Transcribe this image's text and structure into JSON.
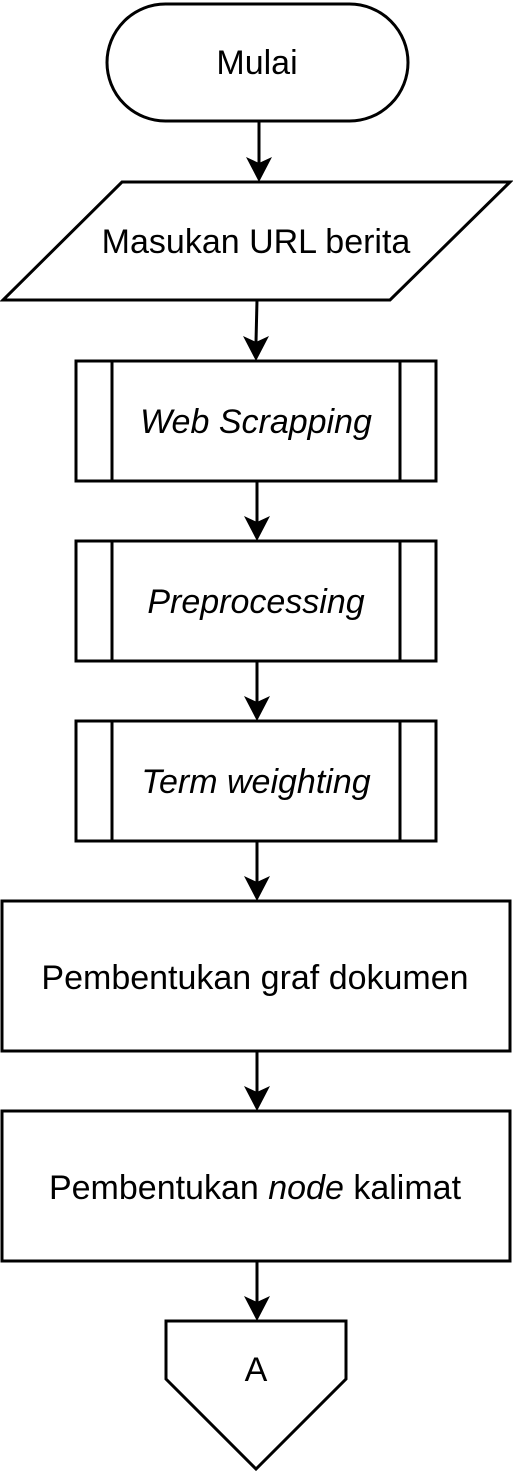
{
  "flowchart": {
    "start": {
      "label": "Mulai"
    },
    "input": {
      "label": "Masukan URL berita"
    },
    "web_scrapping": {
      "label": "Web Scrapping"
    },
    "preprocessing": {
      "label": "Preprocessing"
    },
    "term_weighting": {
      "label": "Term weighting"
    },
    "graph_building": {
      "label": "Pembentukan graf dokumen"
    },
    "sentence_node": {
      "label_prefix": "Pembentukan ",
      "label_emph": "node",
      "label_suffix": " kalimat"
    },
    "connector": {
      "label": "A"
    }
  }
}
